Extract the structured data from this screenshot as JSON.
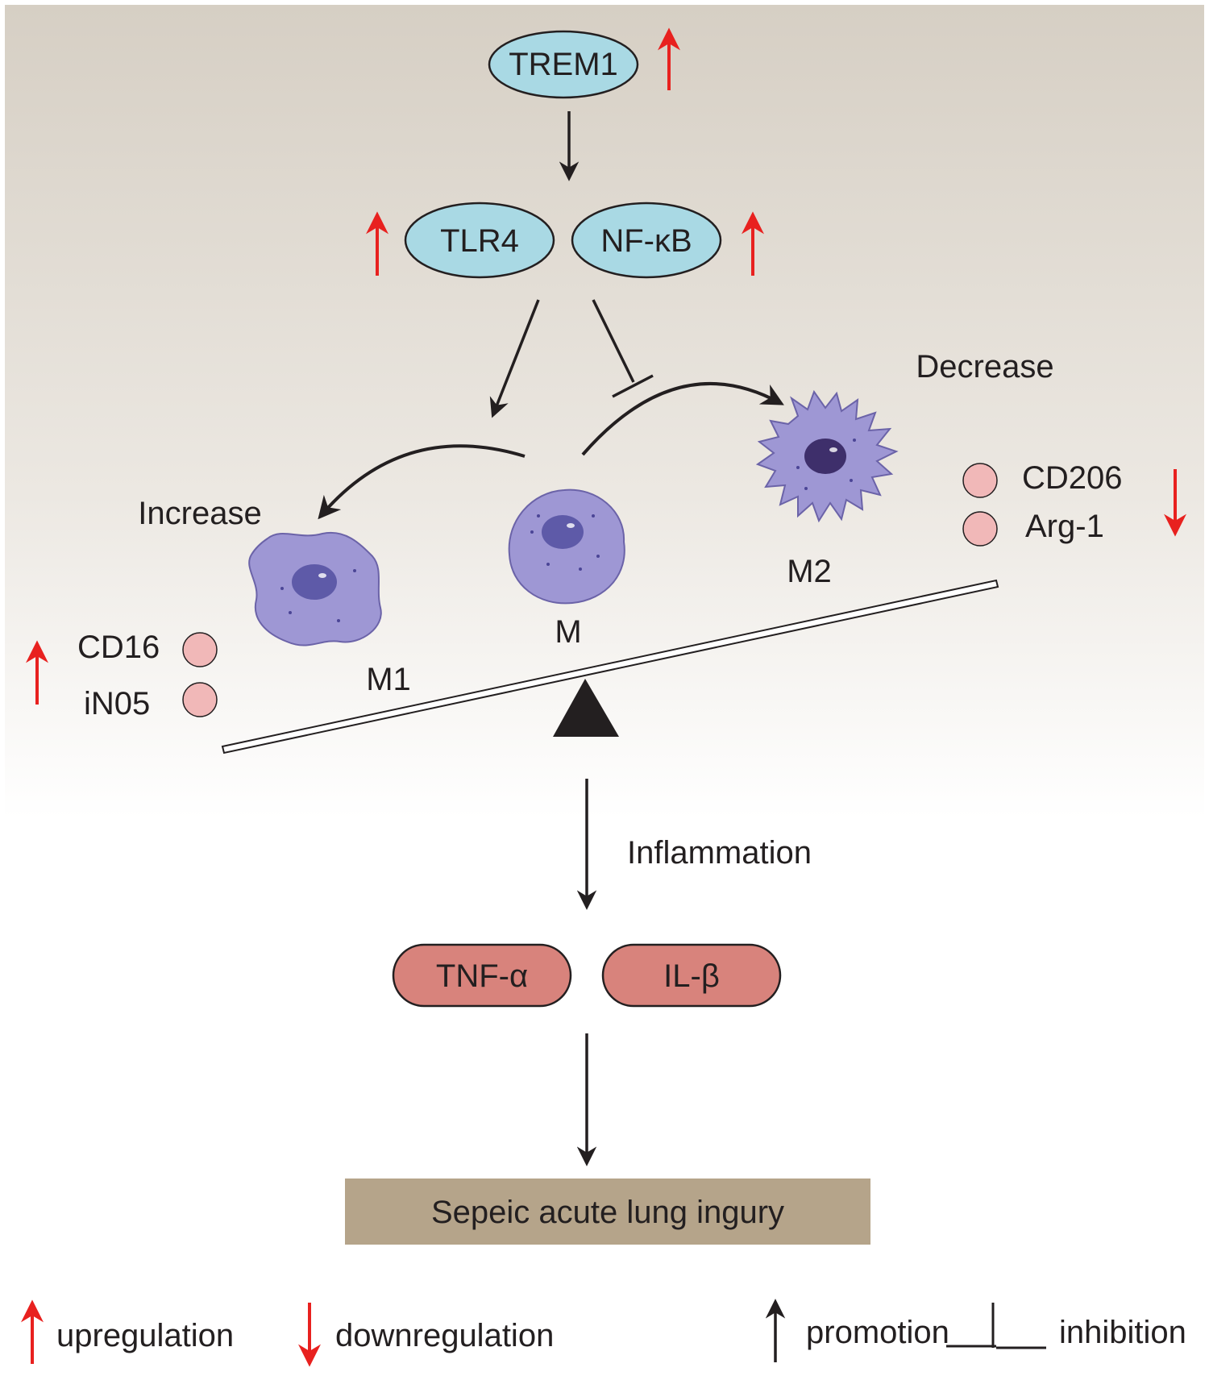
{
  "nodes": {
    "trem1": "TREM1",
    "tlr4": "TLR4",
    "nfkb": "NF-κB",
    "tnf": "TNF-α",
    "il": "IL-β",
    "outcome": "Sepeic acute lung ingury"
  },
  "labels": {
    "increase": "Increase",
    "decrease": "Decrease",
    "m": "M",
    "m1": "M1",
    "m2": "M2",
    "inflammation": "Inflammation"
  },
  "markers": {
    "m1": [
      "CD16",
      "iN05"
    ],
    "m2": [
      "CD206",
      "Arg-1"
    ]
  },
  "legend": {
    "up": "upregulation",
    "down": "downregulation",
    "promotion": "promotion",
    "inhibition": "inhibition"
  },
  "colors": {
    "receptor_fill": "#a9d9e4",
    "cytokine_fill": "#d8837c",
    "marker_fill": "#f1b8b8",
    "outcome_fill": "#b5a48a",
    "up_arrow": "#e8211f",
    "cell_fill": "#9e97d4",
    "nucleus_fill": "#5e5aa8",
    "background_top": "#d6cfc4"
  },
  "icons": [
    "red-up-arrow-icon",
    "red-down-arrow-icon",
    "black-promotion-arrow-icon",
    "inhibition-tbar-icon",
    "macrophage-icon",
    "fulcrum-icon"
  ]
}
